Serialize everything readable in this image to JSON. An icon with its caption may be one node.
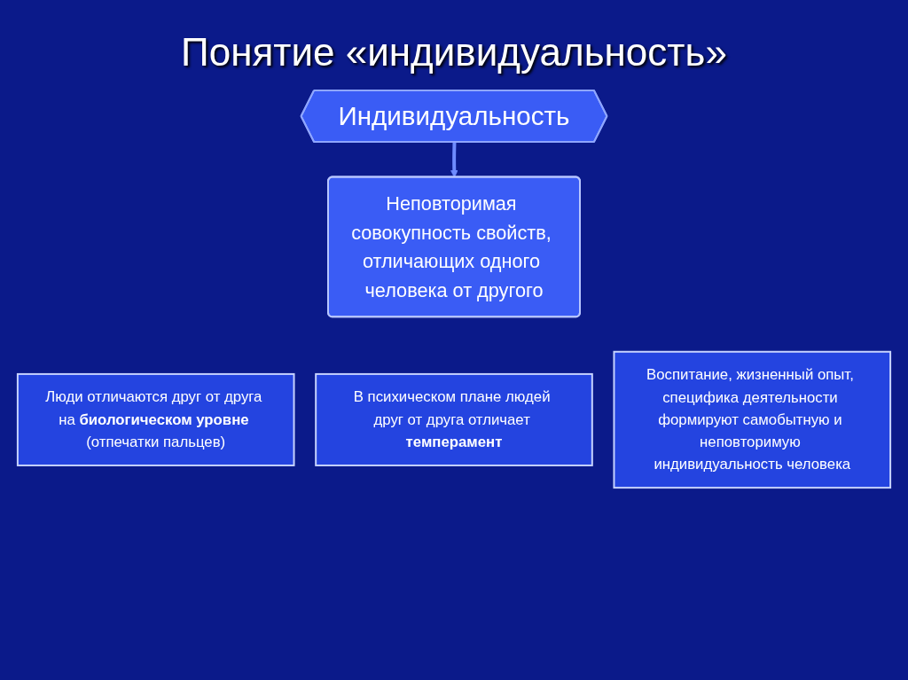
{
  "diagram": {
    "title": "Понятие «индивидуальность»",
    "nodes": [
      {
        "text": [
          "Индивидуальность"
        ]
      },
      {
        "text": [
          "Неповторимая совокупность свойств, отличающих одного человека от другого"
        ]
      },
      {
        "text": [
          "Люди отличаются друг от друга на **биологическом уровне** (отпечатки пальцев)"
        ]
      },
      {
        "text": [
          "В психическом плане людей друг от друга отличает **темперамент**"
        ]
      },
      {
        "text": [
          "Воспитание, жизненный опыт, специфика деятельности формируют самобытную и неповторимую индивидуальность человека"
        ]
      }
    ],
    "edges": [
      {
        "from": 0,
        "to": 1,
        "arrow": "to"
      }
    ]
  }
}
